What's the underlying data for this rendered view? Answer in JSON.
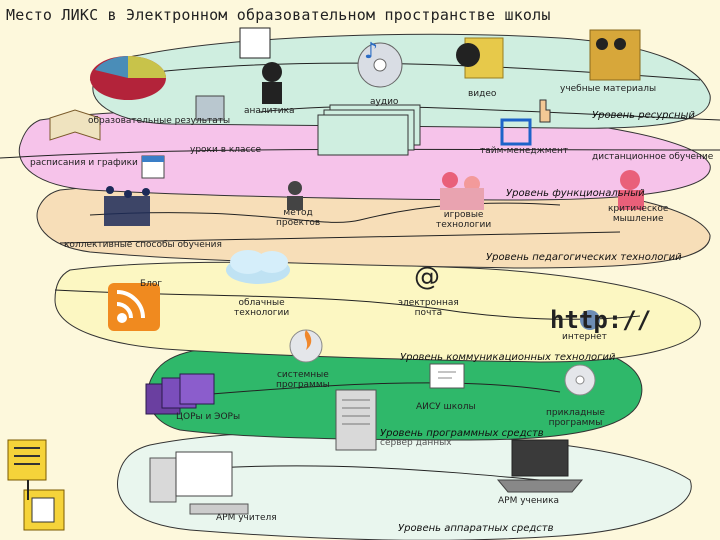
{
  "title": "Место ЛИКС в Электронном образовательном пространстве школы",
  "levels": {
    "resource": "Уровень ресурсный",
    "functional": "Уровень функциональный",
    "pedagogical": "Уровень педагогических технологий",
    "communication": "Уровень коммуникационных технологий",
    "software": "Уровень программных средств",
    "hardware": "Уровень аппаратных средств"
  },
  "labels": {
    "learning_materials": "учебные материалы",
    "video": "видео",
    "audio": "аудио",
    "analytics": "аналитика",
    "edu_results": "образовательные результаты",
    "lessons": "уроки в классе",
    "time_management": "тайм-менеджмент",
    "distance_learning": "дистанционное обучение",
    "schedules": "расписания и графики",
    "project_method": "метод\nпроектов",
    "game_tech": "игровые\nтехнологии",
    "critical_thinking": "критическое\nмышление",
    "collective_learning": "коллективные способы обучения",
    "blog": "Блог",
    "cloud": "облачные\nтехнологии",
    "email": "электронная\nпочта",
    "internet": "интернет",
    "http": "http://",
    "system_programs": "системные\nпрограммы",
    "aisu": "АИСУ школы",
    "applied_programs": "прикладные\nпрограммы",
    "cor_eor": "ЦОРы и ЭОРы",
    "data_server": "сервер данных",
    "arm_student": "АРМ ученика",
    "arm_teacher": "АРМ учителя"
  },
  "colors": {
    "background": "#fdf8dc",
    "resource_blob": "#cfeee0",
    "functional_blob": "#f6c3ea",
    "pedagogical_blob": "#f7deb8",
    "communication_blob": "#fcf7c2",
    "software_blob": "#2fb86a",
    "hardware_blob": "#e9f6ee"
  },
  "icons": [
    "pie-chart-icon",
    "analytics-person-icon",
    "music-cd-icon",
    "film-reel-icon",
    "teachers-group-icon",
    "open-book-icon",
    "student-at-desk-icon",
    "hand-icon",
    "puzzle-frame-icon",
    "calendar-icon",
    "people-group-icon",
    "presenter-icon",
    "kids-playing-icon",
    "thinking-person-icon",
    "rss-icon",
    "cloud-icon",
    "at-sign-icon",
    "globe-icon",
    "cd-fire-icon",
    "floppy-disks-icon",
    "document-stack-icon",
    "cd-icon",
    "server-tower-icon",
    "laptop-icon",
    "desktop-computer-icon",
    "book-icon",
    "clipboard-icon"
  ]
}
